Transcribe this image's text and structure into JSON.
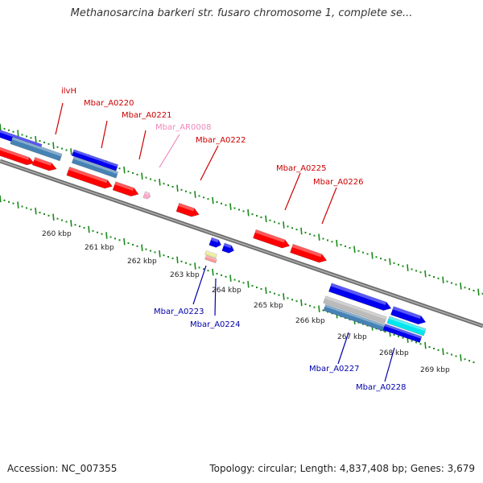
{
  "title": "Methanosarcina barkeri str. fusaro chromosome 1, complete se...",
  "footer": {
    "accession": "Accession: NC_007355",
    "topology": "Topology: circular; Length: 4,837,408 bp; Genes: 3,679"
  },
  "colors": {
    "backbone": "#888888",
    "tick": "#1a8a1a",
    "forward_label": "#cc0000",
    "rna_label": "#ee88bb",
    "reverse_label": "#0000aa",
    "cds_red": "#ff0000",
    "cds_blue": "#0000ee",
    "cds_steel": "#4682b4",
    "cds_cyan": "#00e5ee",
    "cds_grey": "#bbbbbb",
    "rna_pink": "#ffaacc"
  },
  "scale_labels": [
    "260 kbp",
    "261 kbp",
    "262 kbp",
    "263 kbp",
    "264 kbp",
    "265 kbp",
    "266 kbp",
    "267 kbp",
    "268 kbp",
    "269 kbp"
  ],
  "features": [
    {
      "label": "ilvH",
      "strand": "forward",
      "type": "CDS"
    },
    {
      "label": "Mbar_A0220",
      "strand": "forward",
      "type": "CDS"
    },
    {
      "label": "Mbar_A0221",
      "strand": "forward",
      "type": "CDS"
    },
    {
      "label": "Mbar_AR0008",
      "strand": "forward",
      "type": "RNA"
    },
    {
      "label": "Mbar_A0222",
      "strand": "forward",
      "type": "CDS"
    },
    {
      "label": "Mbar_A0225",
      "strand": "forward",
      "type": "CDS"
    },
    {
      "label": "Mbar_A0226",
      "strand": "forward",
      "type": "CDS"
    },
    {
      "label": "Mbar_A0223",
      "strand": "reverse",
      "type": "CDS"
    },
    {
      "label": "Mbar_A0224",
      "strand": "reverse",
      "type": "CDS"
    },
    {
      "label": "Mbar_A0227",
      "strand": "reverse",
      "type": "CDS"
    },
    {
      "label": "Mbar_A0228",
      "strand": "reverse",
      "type": "CDS"
    }
  ]
}
